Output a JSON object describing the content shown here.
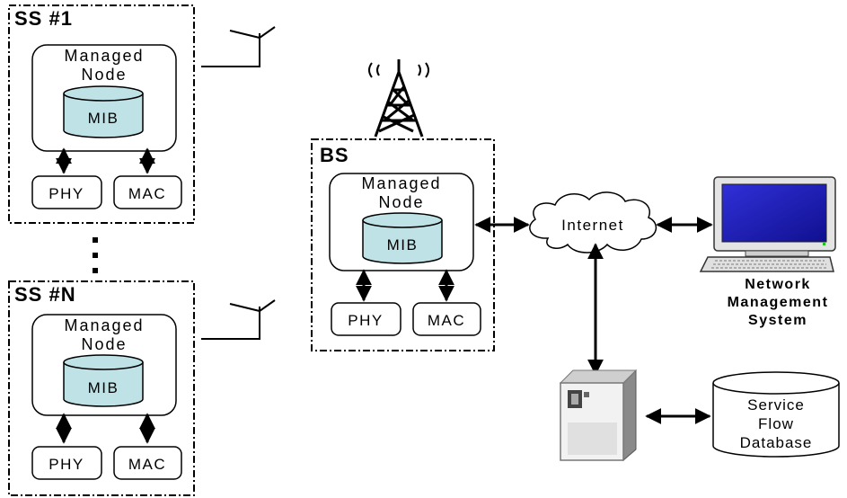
{
  "ss1": {
    "title": "SS #1",
    "node_line1": "Managed",
    "node_line2": "Node",
    "mib": "MIB",
    "phy": "PHY",
    "mac": "MAC"
  },
  "ssn": {
    "title": "SS #N",
    "node_line1": "Managed",
    "node_line2": "Node",
    "mib": "MIB",
    "phy": "PHY",
    "mac": "MAC"
  },
  "bs": {
    "title": "BS",
    "node_line1": "Managed",
    "node_line2": "Node",
    "mib": "MIB",
    "phy": "PHY",
    "mac": "MAC"
  },
  "internet": "Internet",
  "nms": {
    "line1": "Network",
    "line2": "Management",
    "line3": "System"
  },
  "sfdb": {
    "line1": "Service",
    "line2": "Flow",
    "line3": "Database"
  },
  "colors": {
    "mib_fill": "#bfe2e6",
    "screen": "#1d1db4"
  }
}
